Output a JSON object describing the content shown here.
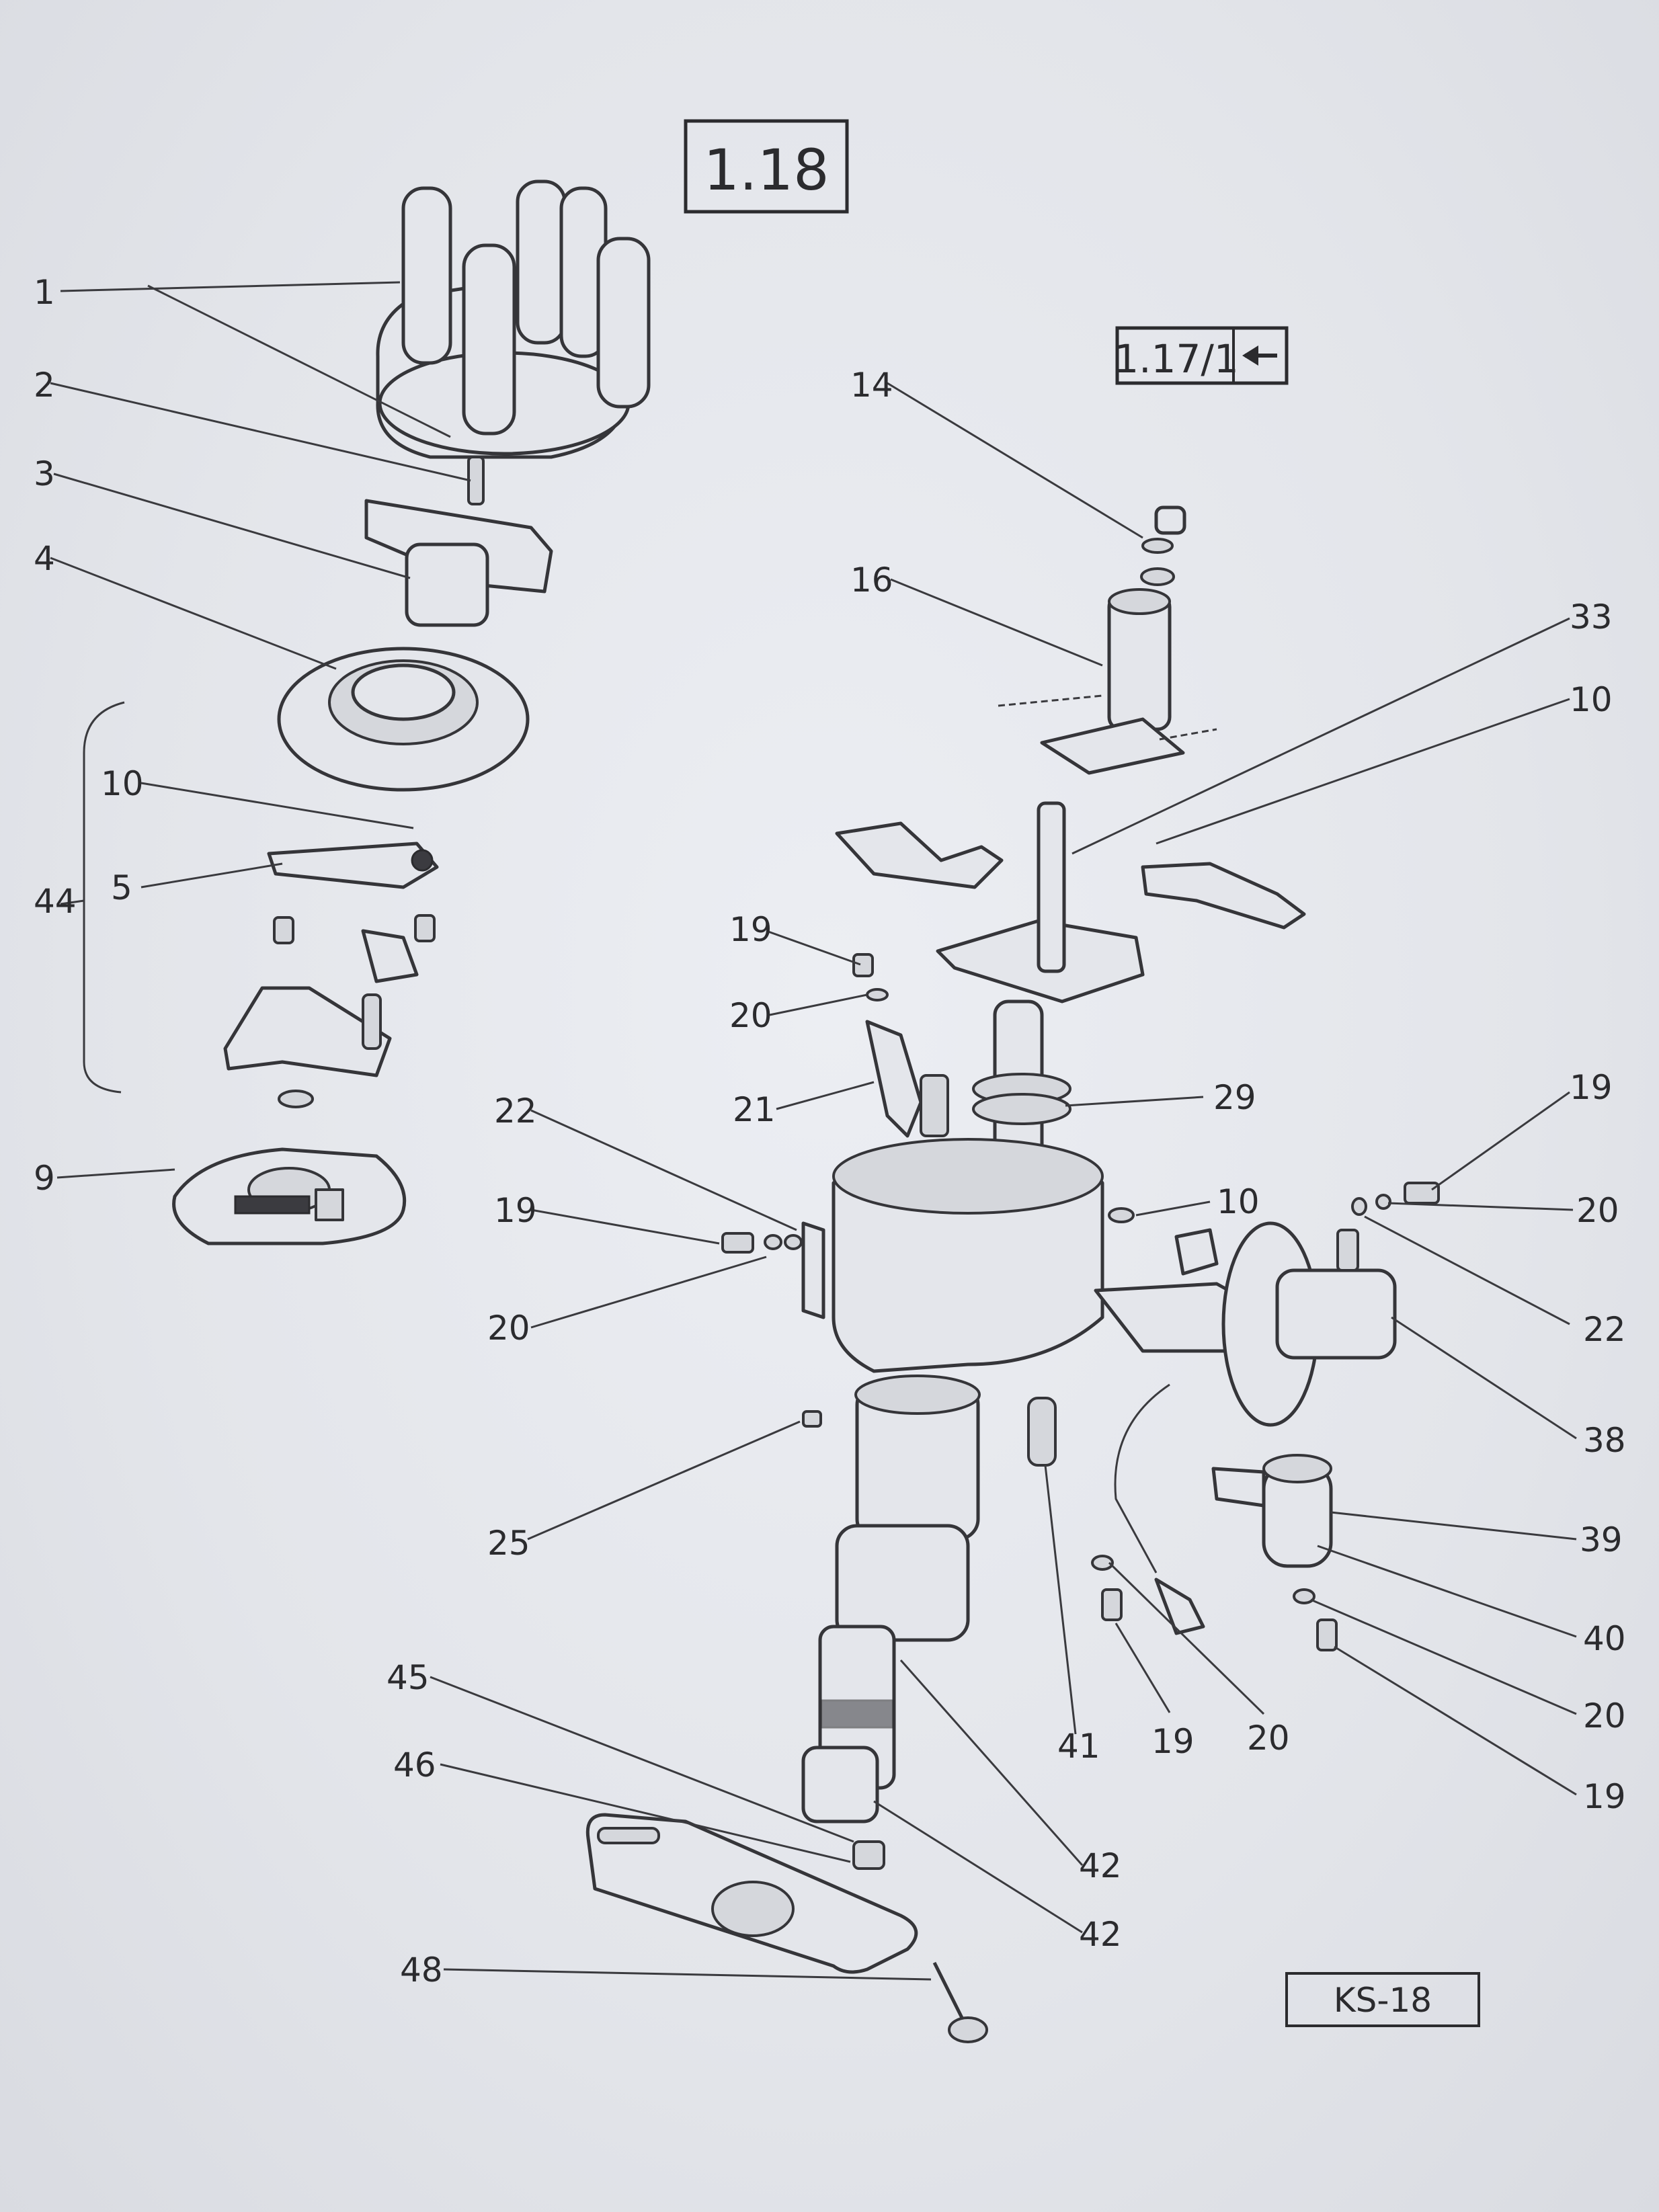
{
  "boxes": {
    "figure_number": "1.18",
    "reference": "1.17/1",
    "reference_arrow_icon": "arrow-left-icon",
    "drawing_code": "KS-18"
  },
  "callouts": {
    "c1": "1",
    "c2": "2",
    "c3": "3",
    "c4": "4",
    "c44": "44",
    "c10a": "10",
    "c5": "5",
    "c9": "9",
    "c14": "14",
    "c16": "16",
    "c33": "33",
    "c10b": "10",
    "c19a": "19",
    "c20a": "20",
    "c21": "21",
    "c29": "29",
    "c22a": "22",
    "c19b": "19",
    "c20b": "20",
    "c10c": "10",
    "c19c": "19",
    "c20c": "20",
    "c22b": "22",
    "c38": "38",
    "c25": "25",
    "c39": "39",
    "c40": "40",
    "c20d": "20",
    "c19d": "19",
    "c41": "41",
    "c19e": "19",
    "c20e": "20",
    "c45": "45",
    "c46": "46",
    "c42a": "42",
    "c42b": "42",
    "c48": "48"
  }
}
